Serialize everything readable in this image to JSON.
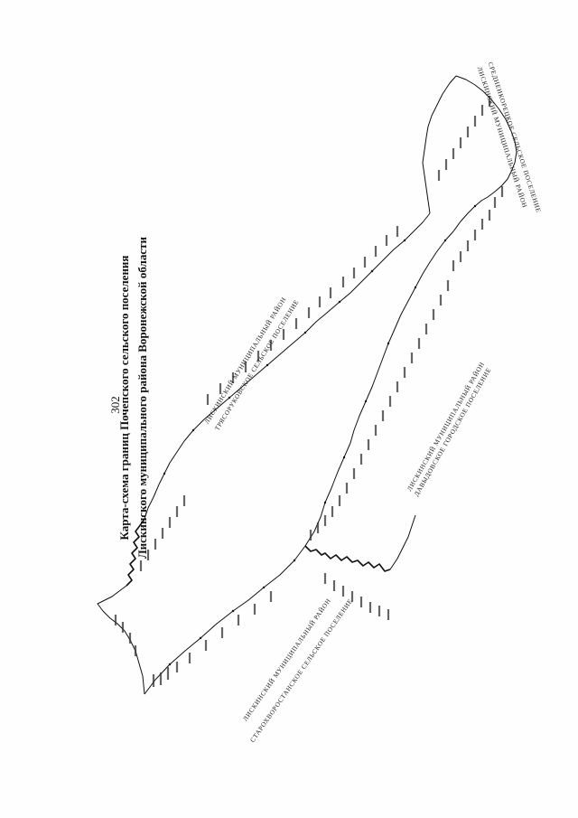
{
  "document": {
    "page_number": "302",
    "title_line_1": "Карта-схема границ Почепского сельского поселения",
    "title_line_2": "Лискинского муниципального района Воронежской области"
  },
  "map": {
    "line_color": "#111111",
    "region_labels": {
      "north_line_1": "Лискинский муниципальный район",
      "north_line_2": "Трясоруковское сельское поселение",
      "east_line_1": "Лискинский муниципальный район",
      "east_line_2": "Среднеикорецкое сельское поселение",
      "center_line_1": "Лискинский муниципальный район",
      "center_line_2": "Давыдовское городское поселение",
      "south_line_1": "Лискинский муниципальный район",
      "south_line_2": "Старохворостанское сельское поселение"
    }
  }
}
